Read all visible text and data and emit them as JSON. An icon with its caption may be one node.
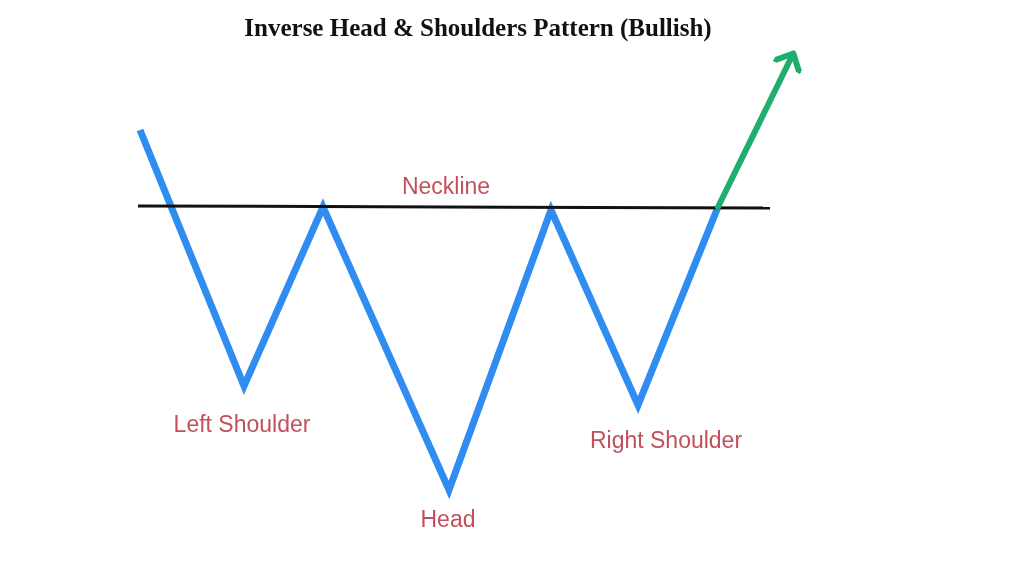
{
  "diagram": {
    "title": "Inverse Head & Shoulders Pattern (Bullish)",
    "labels": [
      "Neckline",
      "Left Shoulder",
      "Right Shoulder",
      "Head"
    ]
  }
}
